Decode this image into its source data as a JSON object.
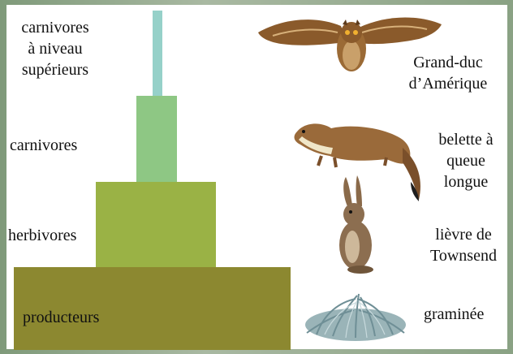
{
  "pyramid": {
    "levels": [
      {
        "label_lines": [
          "carnivores",
          "à niveau",
          "supérieurs"
        ],
        "color": "#96d1c9"
      },
      {
        "label": "carnivores",
        "color": "#8ec784"
      },
      {
        "label": "herbivores",
        "color": "#9ab245"
      },
      {
        "label": "producteurs",
        "color": "#8c8830"
      }
    ]
  },
  "organisms": {
    "owl": {
      "label_lines": [
        "Grand-duc",
        "d’Amérique"
      ],
      "icon": "owl-icon"
    },
    "weasel": {
      "label_lines": [
        "belette à",
        "queue",
        "longue"
      ],
      "icon": "weasel-icon"
    },
    "hare": {
      "label_lines": [
        "lièvre de",
        "Townsend"
      ],
      "icon": "hare-icon"
    },
    "grass": {
      "label": "graminée",
      "icon": "grass-icon"
    }
  }
}
